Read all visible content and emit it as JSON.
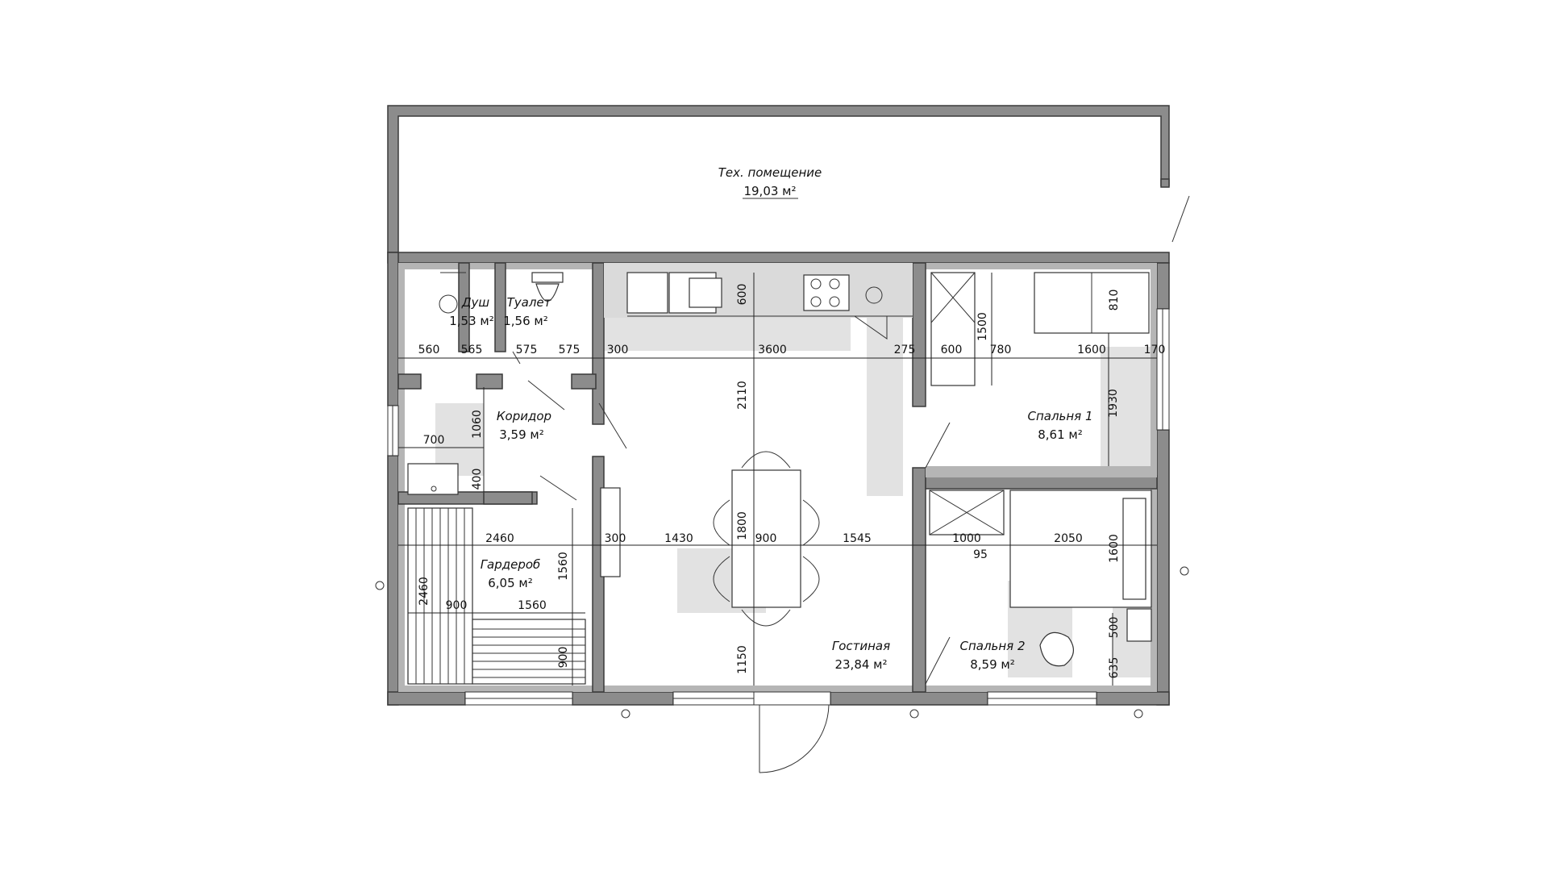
{
  "rooms": [
    {
      "id": "tech",
      "name": "Тех. помещение",
      "area": "19,03 м²"
    },
    {
      "id": "shower",
      "name": "Душ",
      "area": "1,53 м²"
    },
    {
      "id": "toilet",
      "name": "Туалет",
      "area": "1,56 м²"
    },
    {
      "id": "corridor",
      "name": "Коридор",
      "area": "3,59 м²"
    },
    {
      "id": "wardrobe",
      "name": "Гардероб",
      "area": "6,05 м²"
    },
    {
      "id": "living",
      "name": "Гостиная",
      "area": "23,84 м²"
    },
    {
      "id": "bedroom1",
      "name": "Спальня 1",
      "area": "8,61 м²"
    },
    {
      "id": "bedroom2",
      "name": "Спальня 2",
      "area": "8,59 м²"
    }
  ],
  "dims": {
    "d560": "560",
    "d565": "565",
    "d575a": "575",
    "d575b": "575",
    "d300a": "300",
    "d3600": "3600",
    "d275": "275",
    "d600b": "600",
    "d780": "780",
    "d1600a": "1600",
    "d170": "170",
    "d600k": "600",
    "d1500": "1500",
    "d810": "810",
    "d2110": "2110",
    "d1930": "1930",
    "d1060": "1060",
    "d700": "700",
    "d400": "400",
    "d2460h": "2460",
    "d300b": "300",
    "d1430": "1430",
    "d1800": "1800",
    "d900t": "900",
    "d1545": "1545",
    "d1000": "1000",
    "d95": "95",
    "d2050": "2050",
    "d1600v": "1600",
    "d1560v": "1560",
    "d2460v": "2460",
    "d900h": "900",
    "d1560h": "1560",
    "d900v": "900",
    "d1150": "1150",
    "d500": "500",
    "d635": "635"
  }
}
